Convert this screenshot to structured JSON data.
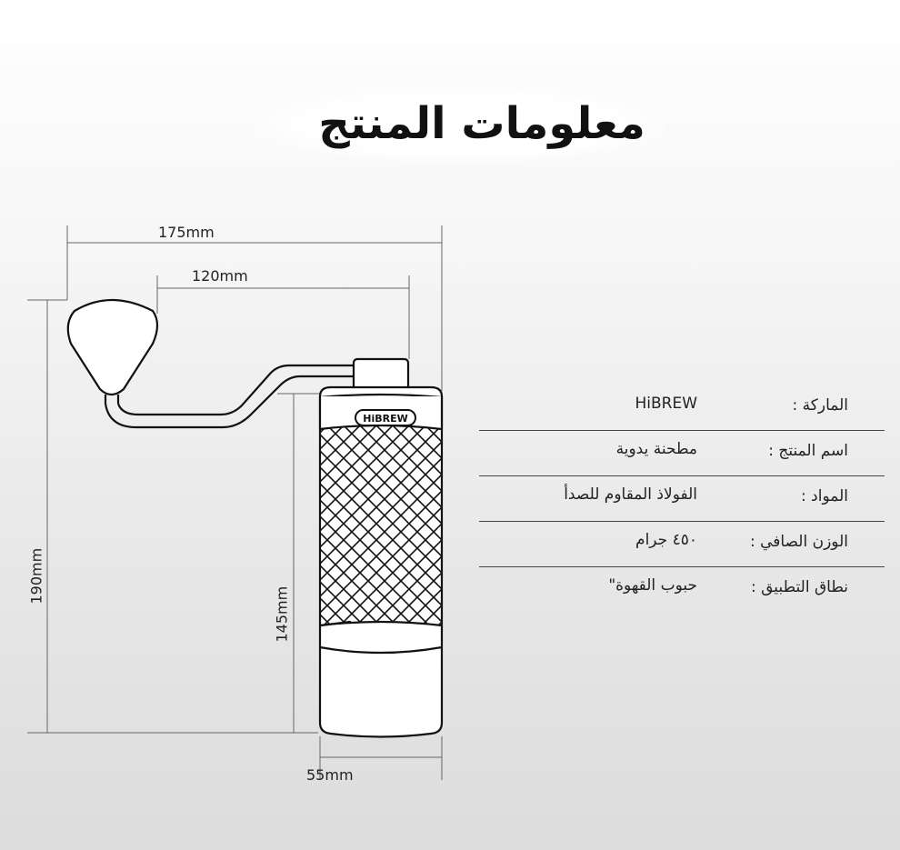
{
  "title": "معلومات المنتج",
  "dimensions": {
    "total_width": "175mm",
    "handle_length": "120mm",
    "total_height": "190mm",
    "body_height": "145mm",
    "body_diameter": "55mm"
  },
  "product_logo": "HiBREW",
  "specs": [
    {
      "label": "الماركة :",
      "value": "HiBREW"
    },
    {
      "label": "اسم المنتج :",
      "value": "مطحنة يدوية"
    },
    {
      "label": "المواد :",
      "value": "الفولاذ المقاوم للصدأ"
    },
    {
      "label": "الوزن الصافي :",
      "value": "٤٥٠ جرام"
    },
    {
      "label": "نطاق التطبيق :",
      "value": "حبوب القهوة\""
    }
  ],
  "colors": {
    "line": "#333333",
    "outline": "#111111"
  }
}
